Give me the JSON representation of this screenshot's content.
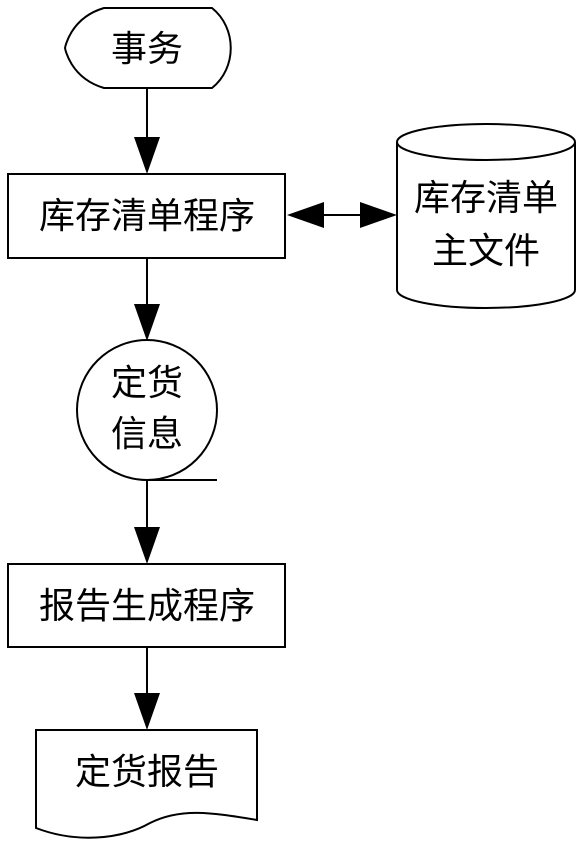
{
  "diagram": {
    "type": "flowchart",
    "nodes": {
      "transaction": {
        "shape": "terminator",
        "label": "事务"
      },
      "inventory_program": {
        "shape": "process",
        "label": "库存清单程序"
      },
      "master_file": {
        "shape": "database",
        "label_line1": "库存清单",
        "label_line2": "主文件"
      },
      "order_info": {
        "shape": "connector",
        "label_line1": "定货",
        "label_line2": "信息"
      },
      "report_program": {
        "shape": "process",
        "label": "报告生成程序"
      },
      "order_report": {
        "shape": "document",
        "label": "定货报告"
      }
    },
    "edges": [
      {
        "from": "transaction",
        "to": "inventory_program",
        "direction": "forward"
      },
      {
        "from": "inventory_program",
        "to": "master_file",
        "direction": "both"
      },
      {
        "from": "inventory_program",
        "to": "order_info",
        "direction": "forward"
      },
      {
        "from": "order_info",
        "to": "report_program",
        "direction": "forward"
      },
      {
        "from": "report_program",
        "to": "order_report",
        "direction": "forward"
      }
    ]
  }
}
